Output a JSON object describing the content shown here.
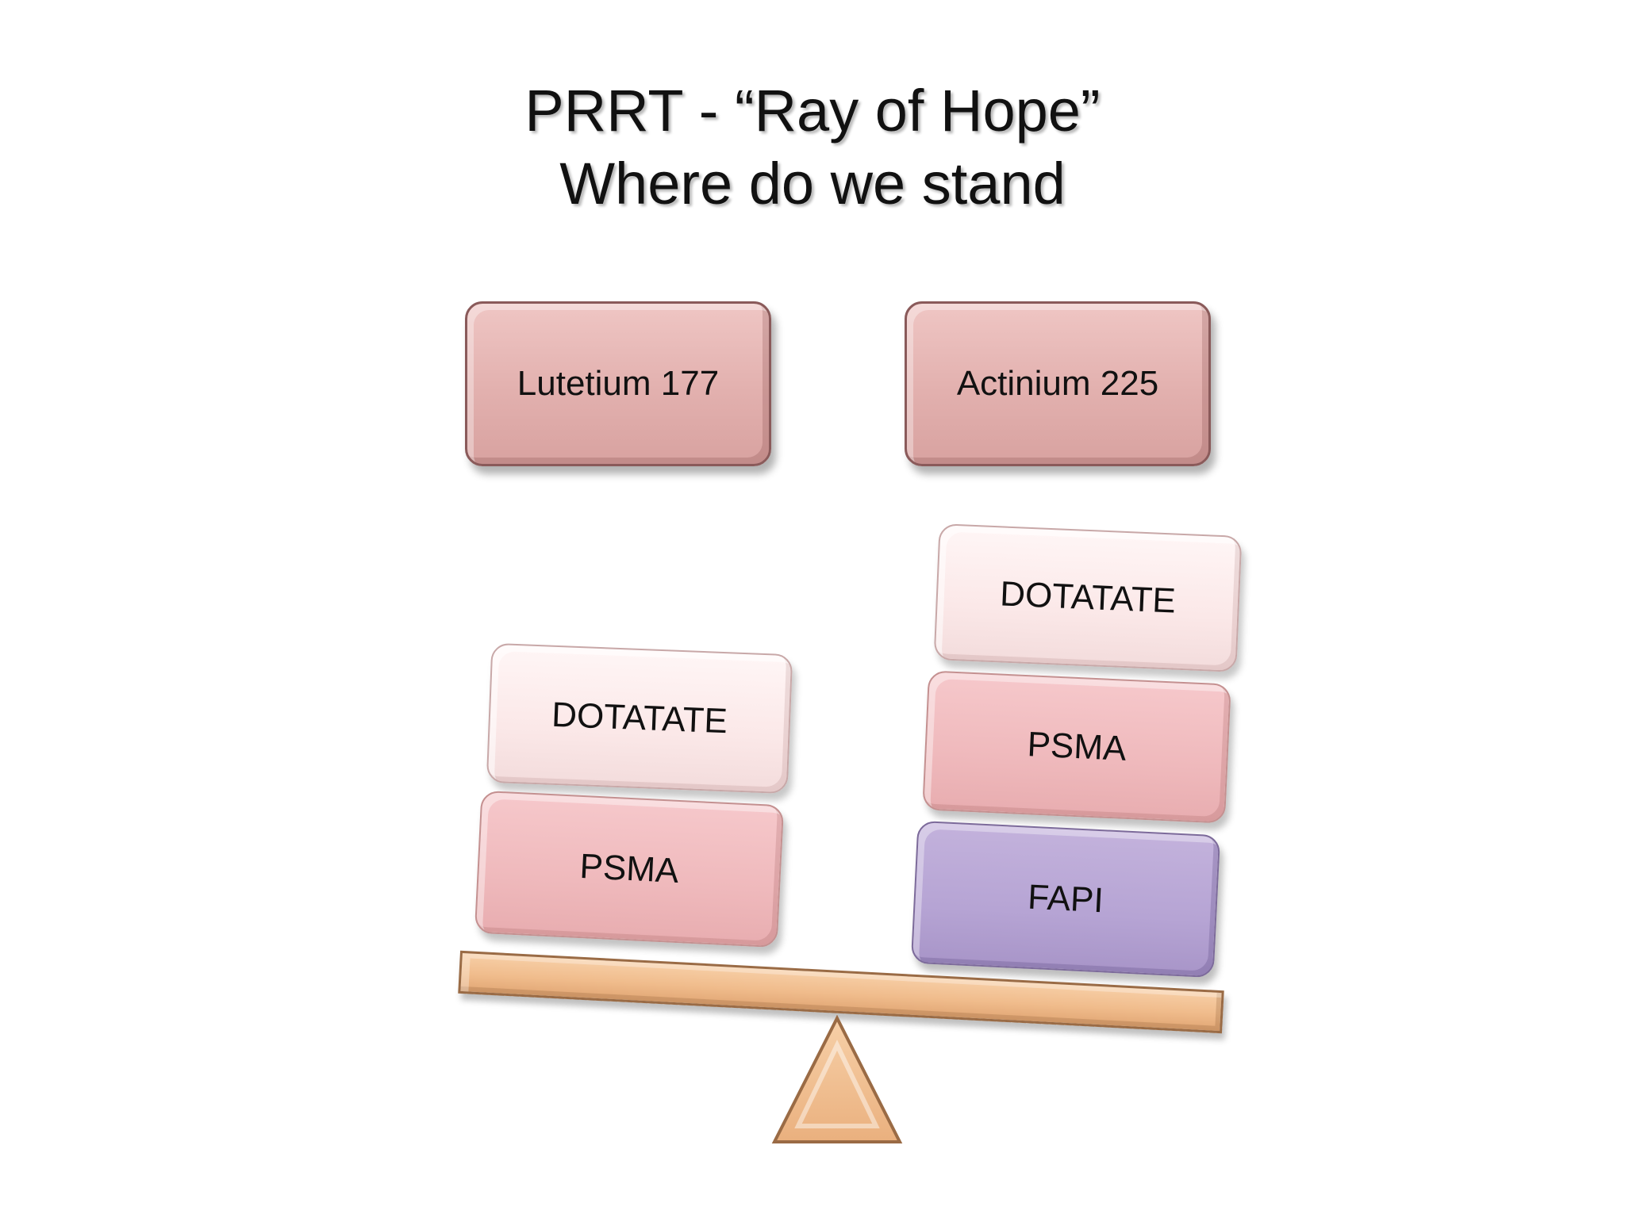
{
  "title": {
    "line1": "PRRT  -  “Ray of Hope”",
    "line2": "Where do we stand"
  },
  "headers": {
    "left": "Lutetium 177",
    "right": "Actinium 225"
  },
  "left_stack": {
    "top": "DOTATATE",
    "bottom": "PSMA"
  },
  "right_stack": {
    "top": "DOTATATE",
    "middle": "PSMA",
    "bottom": "FAPI"
  },
  "colors": {
    "header": "#e2b0ae",
    "dotatate": "#fbe8e8",
    "psma": "#efb9bc",
    "fapi": "#b6a4d4",
    "beam": "#f0bc8c",
    "fulcrum": "#f3c296"
  }
}
